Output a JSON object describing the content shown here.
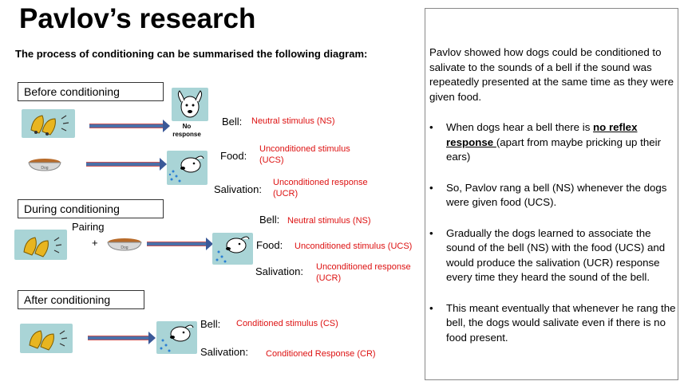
{
  "title": "Pavlov’s research",
  "subtitle": "The process of conditioning can be summarised the following diagram:",
  "stages": {
    "before": "Before conditioning",
    "during": "During conditioning",
    "after": "After conditioning"
  },
  "before": {
    "no_response": "No response",
    "bell_label": "Bell:",
    "bell_type": "Neutral stimulus  (NS)",
    "food_label": "Food:",
    "food_type": "Unconditioned stimulus (UCS)",
    "salivation_label": "Salivation:",
    "salivation_type": "Unconditioned response (UCR)"
  },
  "during": {
    "pairing": "Pairing",
    "plus": "+",
    "bell_label": "Bell:",
    "bell_type": "Neutral stimulus  (NS)",
    "food_label": "Food:",
    "food_type": "Unconditioned stimulus (UCS)",
    "salivation_label": "Salivation:",
    "salivation_type": "Unconditioned response (UCR)"
  },
  "after": {
    "bell_label": "Bell:",
    "bell_type": "Conditioned stimulus (CS)",
    "salivation_label": "Salivation:",
    "salivation_type": "Conditioned Response (CR)"
  },
  "bowl_text": "Dog",
  "panel": {
    "intro": "Pavlov showed how dogs could be conditioned to salivate to the sounds of a bell if the sound was repeatedly presented at the same time as they were given food.",
    "b1_pre": "When dogs hear a bell there is ",
    "b1_em": "no reflex response ",
    "b1_post": "(apart from maybe pricking up their ears)",
    "b2": "So, Pavlov rang a bell (NS) whenever the dogs were given food (UCS).",
    "b3": "Gradually the dogs learned to associate the sound of the bell (NS) with the food (UCS) and would produce the salivation (UCR) response every time they heard the sound of the bell.",
    "b4": "This meant eventually that whenever he rang the bell, the dogs would salivate even if there is no food present."
  },
  "colors": {
    "accent_text": "#d11111",
    "arrow": "#3b5998",
    "image_bg": "#a9d4d6"
  },
  "icons": [
    "bell-icon",
    "dog-icon",
    "food-bowl-icon",
    "arrow-icon"
  ]
}
